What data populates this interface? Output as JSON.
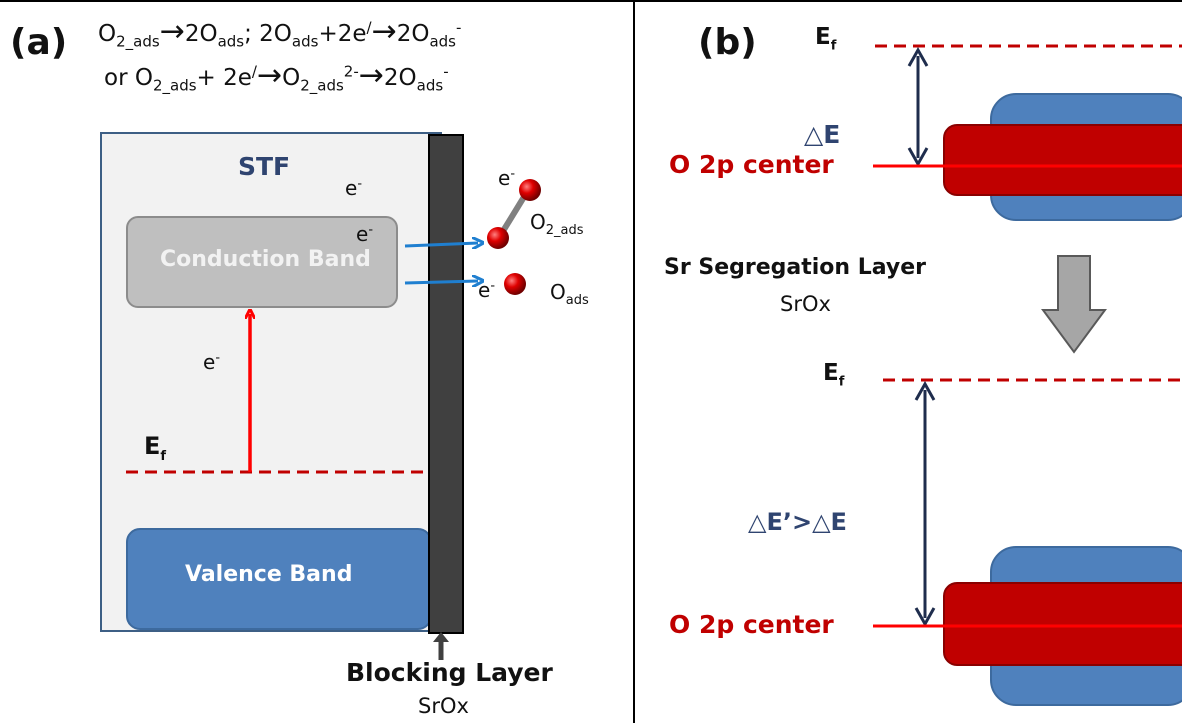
{
  "panel_a": {
    "label": "(a)",
    "eq1": {
      "O": "O",
      "s1": "2_ads",
      "arrow": "→",
      "t1": "2O",
      "s2": "ads",
      "t2": "; 2O",
      "s3": "ads",
      "t3": "+2e",
      "p1": "/",
      "arrow2": "→",
      "t4": "2O",
      "s4": "ads",
      "p2": "-"
    },
    "eq2": {
      "t0": "or O",
      "s1": "2_ads",
      "t1": "+ 2e",
      "p1": "/",
      "arrow": "→",
      "t2": "O",
      "s2": "2_ads",
      "p2": "2-",
      "arrow2": "→",
      "t3": "2O",
      "s3": "ads",
      "p3": "-"
    },
    "box_label": "STF",
    "conduction_band": "Conduction Band",
    "valence_band": "Valence Band",
    "electron": {
      "e": "e",
      "minus": "-"
    },
    "ef": {
      "E": "E",
      "sub": "f"
    },
    "o2_label": {
      "O": "O",
      "sub": "2_ads"
    },
    "o_label": {
      "O": "O",
      "sub": "ads"
    },
    "blocking_layer": "Blocking Layer",
    "blocking_sub": "SrOx"
  },
  "panel_b": {
    "label": "(b)",
    "ef": {
      "E": "E",
      "sub": "f"
    },
    "delta_e": "△E",
    "o2p_top": "O 2p center",
    "seg_title": "Sr Segregation Layer",
    "seg_sub": "SrOx",
    "delta_e2": "△E’>△E",
    "o2p_bottom": "O 2p center"
  },
  "colors": {
    "red": "#c00000",
    "bright_red": "#ff0000",
    "blue_band": "#4f81bd",
    "navy": "#1f2d4d",
    "gray_band": "#bfbfbf",
    "blocking": "#404040",
    "arrow_blue": "#1f7fd0"
  }
}
